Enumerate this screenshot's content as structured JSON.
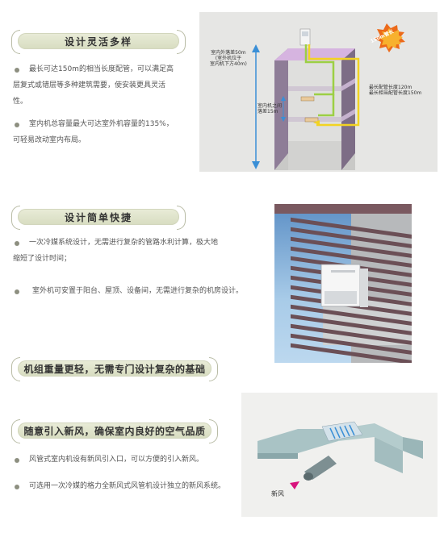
{
  "sections": [
    {
      "title": "设计灵活多样",
      "paragraphs": [
        [
          "最长可达150m的相当长度配管，可以满足高",
          "层复式或错层等多种建筑需要，使安装更具灵活",
          "性。"
        ],
        [
          "室内机总容量最大可达室外机容量的135%，",
          "可轻易改动室内布局。"
        ]
      ]
    },
    {
      "title": "设计简单快捷",
      "paragraphs": [
        [
          "一次冷媒系统设计，无需进行复杂的管路水利计算，极大地",
          "缩短了设计时间；"
        ],
        [
          "室外机可安置于阳台、屋顶、设备间，无需进行复杂的机房设计。"
        ]
      ]
    },
    {
      "title": "机组重量更轻，无需专门设计复杂的基础"
    },
    {
      "title": "随意引入新风，确保室内良好的空气品质",
      "paragraphs": [
        [
          "风管式室内机设有新风引入口，可以方便的引入新风。"
        ],
        [
          "可选用一次冷媒的格力全新风式风管机设计独立的新风系统。"
        ]
      ]
    }
  ],
  "diagram1": {
    "burst_label": "150m管长",
    "height_diff_label": [
      "室内外落差50m",
      "(室外机位于",
      "室内机下方40m)"
    ],
    "indoor_diff_label": [
      "室内机之间",
      "落差15m"
    ],
    "pipe_length_label": [
      "最长配管长度120m",
      "最长相当配管长度150m"
    ]
  },
  "diagram3": {
    "fresh_air_label": "新风"
  },
  "colors": {
    "pill_bg": "#e2e6cd",
    "building_purple": "#8e7d97",
    "pipe_green": "#9ccf44",
    "pipe_yellow": "#f2d322",
    "arrow_blue": "#3a8fd6",
    "arrow_magenta": "#d8137d"
  }
}
